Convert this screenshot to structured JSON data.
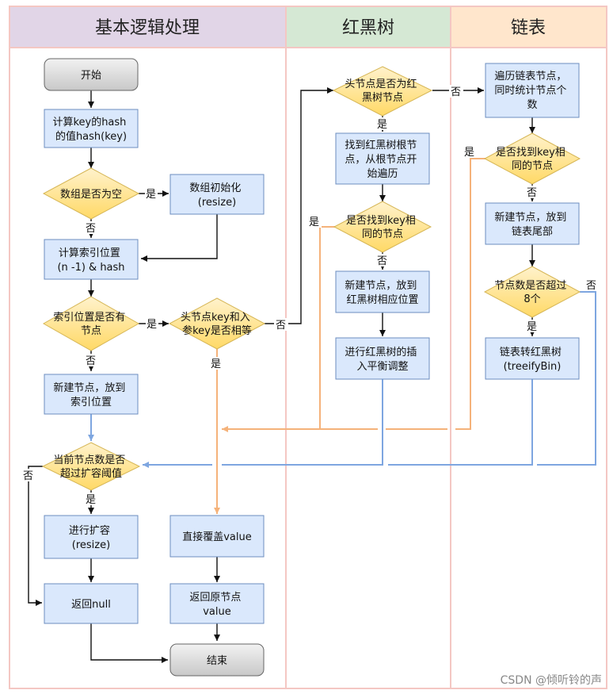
{
  "lanes": {
    "basic": "基本逻辑处理",
    "rbtree": "红黑树",
    "list": "链表"
  },
  "nodes": {
    "start": "开始",
    "calc_hash": [
      "计算key的hash",
      "的值hash(key)"
    ],
    "array_empty": "数组是否为空",
    "array_init": [
      "数组初始化",
      "(resize)"
    ],
    "calc_index": [
      "计算索引位置",
      "(n -1) & hash"
    ],
    "index_has_node": [
      "索引位置是否有",
      "节点"
    ],
    "head_key_equal": [
      "头节点key和入",
      "参key是否相等"
    ],
    "new_node_index": [
      "新建节点，放到",
      "索引位置"
    ],
    "count_exceed": [
      "当前节点数是否",
      "超过扩容阈值"
    ],
    "do_resize": [
      "进行扩容",
      "(resize)"
    ],
    "return_null": "返回null",
    "overwrite_value": "直接覆盖value",
    "return_old": [
      "返回原节点",
      "value"
    ],
    "end": "结束",
    "head_is_rb": [
      "头节点是否为红",
      "黑树节点"
    ],
    "find_rb_root": [
      "找到红黑树根节",
      "点，从根节点开",
      "始遍历"
    ],
    "rb_find_key": [
      "是否找到key相",
      "同的节点"
    ],
    "rb_new_node": [
      "新建节点，放到",
      "红黑树相应位置"
    ],
    "rb_balance": [
      "进行红黑树的插",
      "入平衡调整"
    ],
    "traverse_list": [
      "遍历链表节点，",
      "同时统计节点个",
      "数"
    ],
    "list_find_key": [
      "是否找到key相",
      "同的节点"
    ],
    "list_new_node": [
      "新建节点，放到",
      "链表尾部"
    ],
    "list_exceed8": [
      "节点数是否超过",
      "8个"
    ],
    "treeify": [
      "链表转红黑树",
      "(treeifyBin)"
    ]
  },
  "labels": {
    "yes": "是",
    "no": "否"
  },
  "watermark": "CSDN @倾听铃的声",
  "colors": {
    "lane_basic": "#e1d5e7",
    "lane_rbtree": "#d5e8d4",
    "lane_list": "#ffe6cc",
    "lane_border": "#f4c7c3",
    "process_fill": "#dae8fc",
    "process_stroke": "#6c8ebf",
    "decision_fill": "#ffe89a",
    "decision_stroke": "#d6b656",
    "terminal_fill": "#e0e0e0",
    "arrow_black": "#111111",
    "arrow_orange": "#f5b27a",
    "arrow_blue": "#7ea6e0"
  }
}
